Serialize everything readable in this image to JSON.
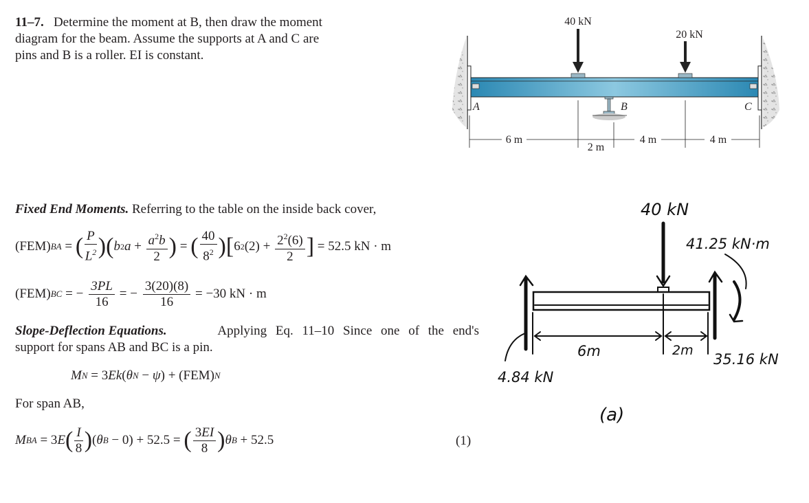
{
  "problem": {
    "number": "11–7.",
    "line1": "Determine the moment at B, then draw the moment",
    "line2": "diagram for the beam. Assume the supports at A and C are",
    "line3": "pins and B is a roller. EI is constant."
  },
  "figure_top": {
    "load1": "40 kN",
    "load2": "20 kN",
    "label_A": "A",
    "label_B": "B",
    "label_C": "C",
    "dim1": "6 m",
    "dim2": "2 m",
    "dim3": "4 m",
    "dim4": "4 m",
    "beam_color": "#3a9cc4"
  },
  "fem": {
    "heading": "Fixed End Moments.",
    "intro": "Referring to the table on the inside back cover,",
    "ba_lhs": "(FEM)",
    "ba_sub": "BA",
    "ba_result": "= 52.5 kN · m",
    "bc_lhs": "(FEM)",
    "bc_sub": "BC",
    "bc_num1": "3PL",
    "bc_den1": "16",
    "bc_num2": "3(20)(8)",
    "bc_den2": "16",
    "bc_result": "= −30 kN · m"
  },
  "slope": {
    "heading": "Slope-Deflection Equations.",
    "line1_rest": "Applying Eq. 11–10 Since one of the end's",
    "line2": "support for spans AB and BC is a pin.",
    "general_eq": "M_N = 3Ek(θ_N − ψ) + (FEM)_N",
    "span_label": "For span AB,",
    "eq1_number": "(1)"
  },
  "figure_fbd": {
    "load": "40 kN",
    "moment": "41.25 kN·m",
    "left_reaction": "4.84 kN",
    "right_reaction": "35.16 kN",
    "dim_left": "6m",
    "dim_right": "2m",
    "caption": "(a)"
  }
}
